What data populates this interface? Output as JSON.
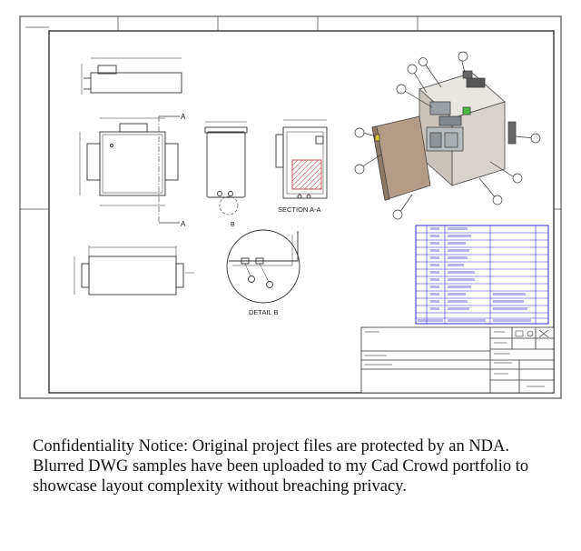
{
  "drawing": {
    "section_label": "SECTION A-A",
    "detail_label": "DETAIL B",
    "cut_label_top": "A",
    "cut_label_bottom": "A",
    "detail_callout": "B"
  },
  "notice": {
    "text": "Confidentiality Notice: Original project files are protected by an NDA. Blurred DWG samples have been uploaded to my Cad Crowd portfolio to showcase layout complexity without breaching privacy."
  },
  "colors": {
    "frame": "#333333",
    "bom_lines": "#2b2bd6",
    "hatch": "#b03030"
  }
}
